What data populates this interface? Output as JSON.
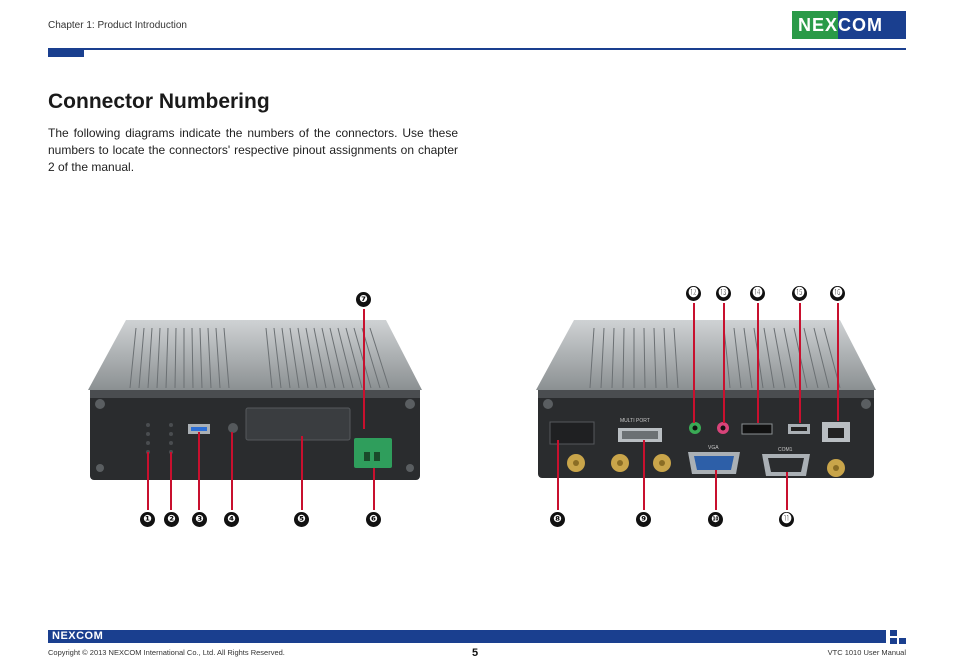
{
  "header": {
    "chapter": "Chapter 1: Product Introduction",
    "logo": "NEXCOM"
  },
  "section": {
    "title": "Connector Numbering",
    "intro": "The following diagrams indicate the numbers of the connectors. Use these numbers to locate the connectors' respective pinout assignments on chapter 2 of the manual."
  },
  "front_panel": {
    "labels": [
      "❶",
      "❷",
      "❸",
      "❹",
      "❺",
      "❻",
      "❼"
    ]
  },
  "rear_panel": {
    "labels": [
      "❽",
      "❾",
      "❿",
      "⓫",
      "⓬",
      "⓭",
      "⓮",
      "⓯",
      "⓰"
    ],
    "port_text": [
      "MULTI PORT",
      "VGA",
      "COM1"
    ]
  },
  "footer": {
    "logo": "NEXCOM",
    "copyright": "Copyright © 2013 NEXCOM International Co., Ltd. All Rights Reserved.",
    "page": "5",
    "manual": "VTC 1010 User Manual"
  },
  "colors": {
    "brand_blue": "#1a3f8f",
    "brand_green": "#2a9a48",
    "callout_red": "#c8102e"
  }
}
